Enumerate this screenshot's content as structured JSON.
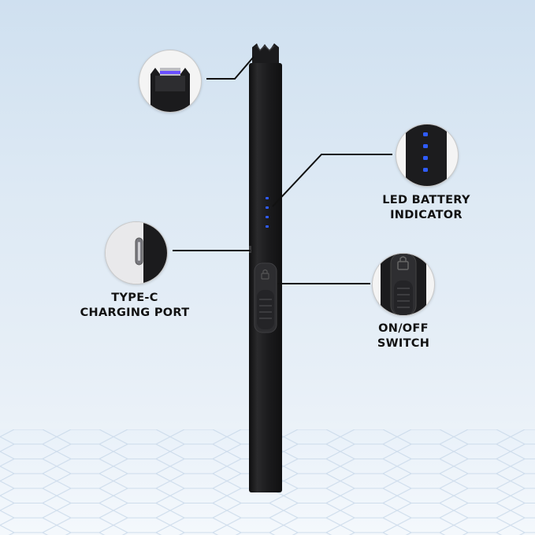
{
  "labels": {
    "led_battery_indicator": {
      "line1": "LED BATTERY",
      "line2": "INDICATOR"
    },
    "type_c_port": {
      "line1": "TYPE-C",
      "line2": "CHARGING PORT"
    },
    "on_off_switch": {
      "line1": "ON/OFF",
      "line2": "SWITCH"
    }
  },
  "colors": {
    "background_top": "#cfe0f0",
    "background_bottom": "#f3f7fb",
    "lighter_body": "#1d1d1f",
    "led_blue": "#2f5cff",
    "label_text": "#111111",
    "arc_purple": "#6a4fff"
  },
  "icons": {
    "arc_tip": "electrode-tip-icon",
    "led": "led-dots-icon",
    "port": "usb-c-port-icon",
    "switch": "lock-slide-switch-icon"
  }
}
